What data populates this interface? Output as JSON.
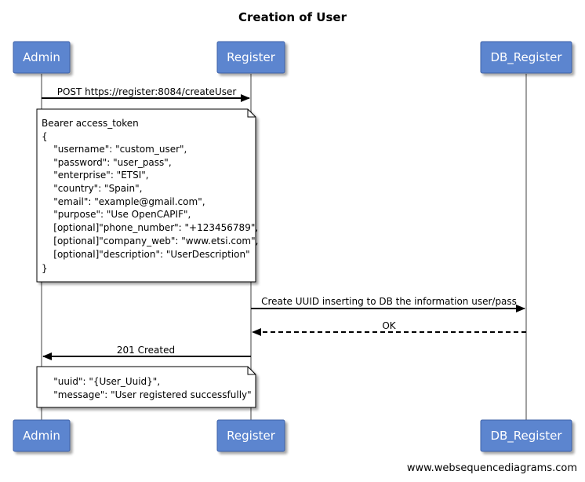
{
  "title": "Creation of User",
  "participants": [
    {
      "id": "admin",
      "label": "Admin"
    },
    {
      "id": "register",
      "label": "Register"
    },
    {
      "id": "db_register",
      "label": "DB_Register"
    }
  ],
  "messages": [
    {
      "id": "post-create-user",
      "from": "admin",
      "to": "register",
      "label": "POST https://register:8084/createUser",
      "style": "solid"
    },
    {
      "id": "create-uuid",
      "from": "register",
      "to": "db_register",
      "label": "Create UUID inserting to DB the information user/pass",
      "style": "solid"
    },
    {
      "id": "ok",
      "from": "db_register",
      "to": "register",
      "label": "OK",
      "style": "dashed"
    },
    {
      "id": "created-201",
      "from": "register",
      "to": "admin",
      "label": "201 Created",
      "style": "solid"
    }
  ],
  "notes": {
    "request": {
      "lines": [
        "Bearer access_token",
        "{",
        "    \"username\": \"custom_user\",",
        "    \"password\": \"user_pass\",",
        "    \"enterprise\": \"ETSI\",",
        "    \"country\": \"Spain\",",
        "    \"email\": \"example@gmail.com\",",
        "    \"purpose\": \"Use OpenCAPIF\",",
        "    [optional]\"phone_number\": \"+123456789\",",
        "    [optional]\"company_web\": \"www.etsi.com\",",
        "    [optional]\"description\": \"UserDescription\"",
        "}"
      ]
    },
    "response": {
      "lines": [
        "    \"uuid\": \"{User_Uuid}\",",
        "    \"message\": \"User registered successfully\""
      ]
    }
  },
  "watermark": "www.websequencediagrams.com",
  "colors": {
    "actor_fill": "#5b85cf",
    "actor_border": "#3f64a8",
    "actor_shadow": "#b5b5b5",
    "lifeline": "#a0a0a0",
    "note_fill": "#ffffff",
    "note_border": "#000000"
  }
}
